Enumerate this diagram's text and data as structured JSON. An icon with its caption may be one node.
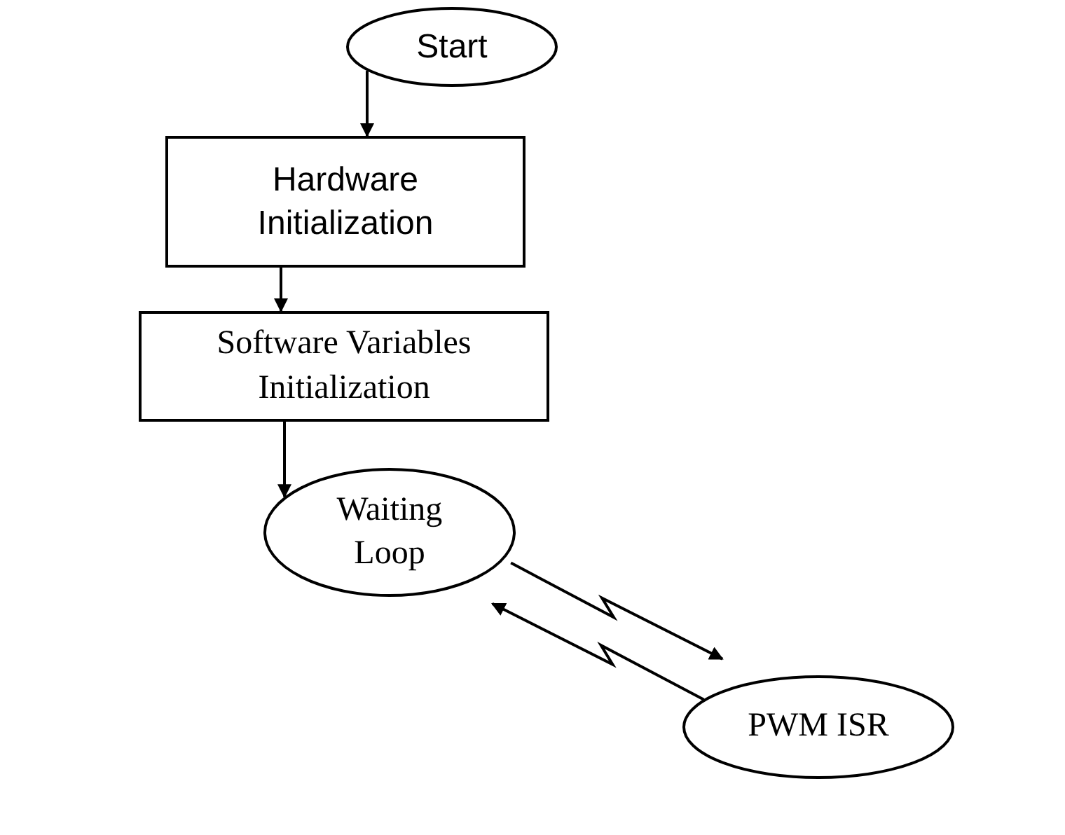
{
  "diagram": {
    "nodes": [
      {
        "text": [
          "Start"
        ]
      },
      {
        "text": [
          "Hardware Initialization"
        ]
      },
      {
        "text": [
          "Software Variables Initialization"
        ]
      },
      {
        "text": [
          "Waiting Loop"
        ]
      },
      {
        "text": [
          "PWM ISR"
        ]
      }
    ],
    "edges": [
      {
        "from": 0,
        "to": 1,
        "arrow": "to"
      },
      {
        "from": 1,
        "to": 2,
        "arrow": "to"
      },
      {
        "from": 2,
        "to": 3,
        "arrow": "to"
      },
      {
        "from": 3,
        "to": 4,
        "arrow": "to"
      },
      {
        "from": 4,
        "to": 3,
        "arrow": "to"
      }
    ]
  }
}
